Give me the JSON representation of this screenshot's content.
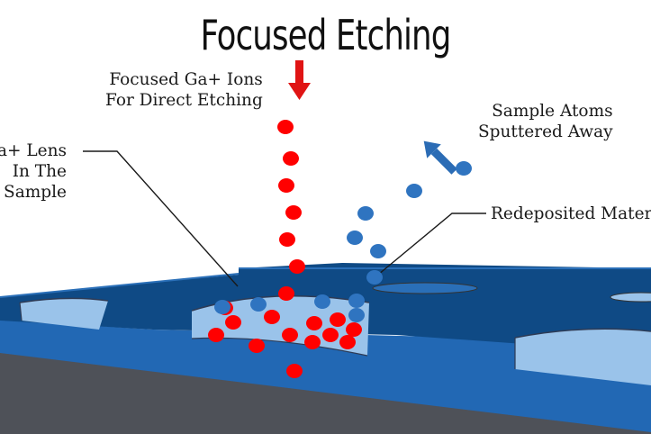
{
  "title": "Focused Etching",
  "labels": {
    "ions": [
      "Focused Ga+ Ions",
      "For Direct Etching"
    ],
    "sputtered": [
      "Sample Atoms",
      "Sputtered Away"
    ],
    "lens": [
      "a+ Lens",
      "In The",
      "Sample"
    ],
    "redeposited": "Redeposited Mater"
  },
  "colors": {
    "ion": "#ff0000",
    "atom": "#2f74c0",
    "sample_top": "#0f4a85",
    "sample_front": "#2268b4",
    "substrate": "#4e5158",
    "hole_wall": "#9ac3ea",
    "arrow_red": "#e01414",
    "arrow_blue": "#2b6cb5"
  },
  "icons": {
    "beam_arrow": "arrow-down-icon",
    "sputter_arrow": "arrow-up-right-icon"
  }
}
